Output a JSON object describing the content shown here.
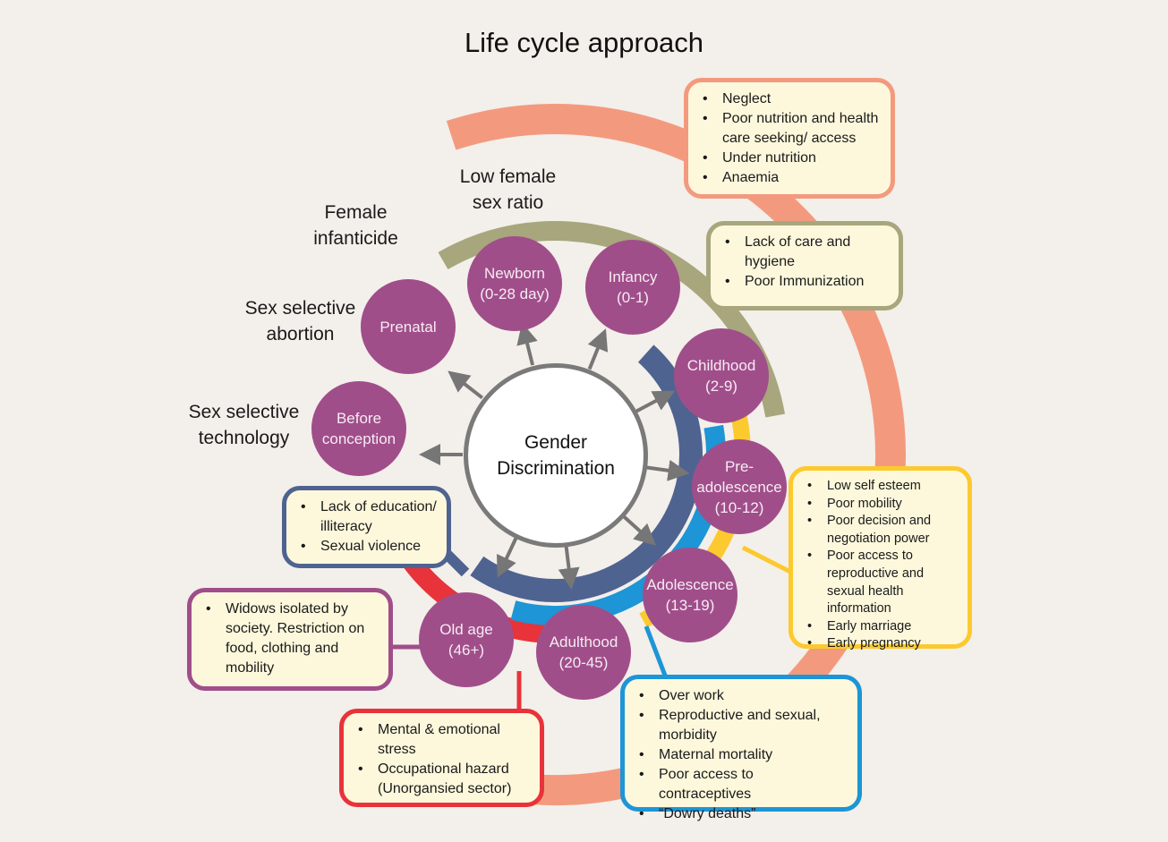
{
  "title": "Life cycle approach",
  "center": {
    "line1": "Gender",
    "line2": "Discrimination"
  },
  "colors": {
    "background": "#f3efea",
    "stage_circle": "#a04e8a",
    "salmon": "#f39a7e",
    "olive": "#a8a67c",
    "dark_blue": "#4f6390",
    "blue": "#1d95d6",
    "yellow": "#fcc92e",
    "red": "#e8333a",
    "purple": "#a04e8a",
    "box_fill": "#fdf8dc",
    "arrow": "#767676"
  },
  "stages": [
    {
      "id": "before-conception",
      "line1": "Before",
      "line2": "conception"
    },
    {
      "id": "prenatal",
      "line1": "Prenatal",
      "line2": ""
    },
    {
      "id": "newborn",
      "line1": "Newborn",
      "line2": "(0-28 day)"
    },
    {
      "id": "infancy",
      "line1": "Infancy",
      "line2": "(0-1)"
    },
    {
      "id": "childhood",
      "line1": "Childhood",
      "line2": "(2-9)"
    },
    {
      "id": "pre-adolescence",
      "line1": "Pre-",
      "line2": "adolescence",
      "line3": "(10-12)"
    },
    {
      "id": "adolescence",
      "line1": "Adolescence",
      "line2": "(13-19)"
    },
    {
      "id": "adulthood",
      "line1": "Adulthood",
      "line2": "(20-45)"
    },
    {
      "id": "old-age",
      "line1": "Old age",
      "line2": "(46+)"
    }
  ],
  "outer_labels": {
    "technology": {
      "line1": "Sex selective",
      "line2": "technology"
    },
    "abortion": {
      "line1": "Sex selective",
      "line2": "abortion"
    },
    "infanticide": {
      "line1": "Female",
      "line2": "infanticide"
    },
    "sex_ratio": {
      "line1": "Low female",
      "line2": "sex ratio"
    }
  },
  "boxes": {
    "salmon": [
      "Neglect",
      "Poor nutrition and health care seeking/ access",
      "Under nutrition",
      "Anaemia"
    ],
    "olive": [
      "Lack of care and hygiene",
      "Poor Immunization"
    ],
    "yellow": [
      "Low self esteem",
      "Poor mobility",
      "Poor decision and negotiation power",
      "Poor access to reproductive and sexual health information",
      "Early marriage",
      "Early pregnancy"
    ],
    "blue": [
      "Over work",
      "Reproductive and sexual, morbidity",
      "Maternal mortality",
      "Poor access to contraceptives",
      "“Dowry deaths”"
    ],
    "red": [
      "Mental & emotional stress",
      "Occupational hazard (Unorgansied sector)"
    ],
    "purple": [
      "Widows isolated by society. Restriction on food, clothing and mobility"
    ],
    "dark_blue": [
      "Lack of education/ illiteracy",
      "Sexual violence"
    ]
  }
}
